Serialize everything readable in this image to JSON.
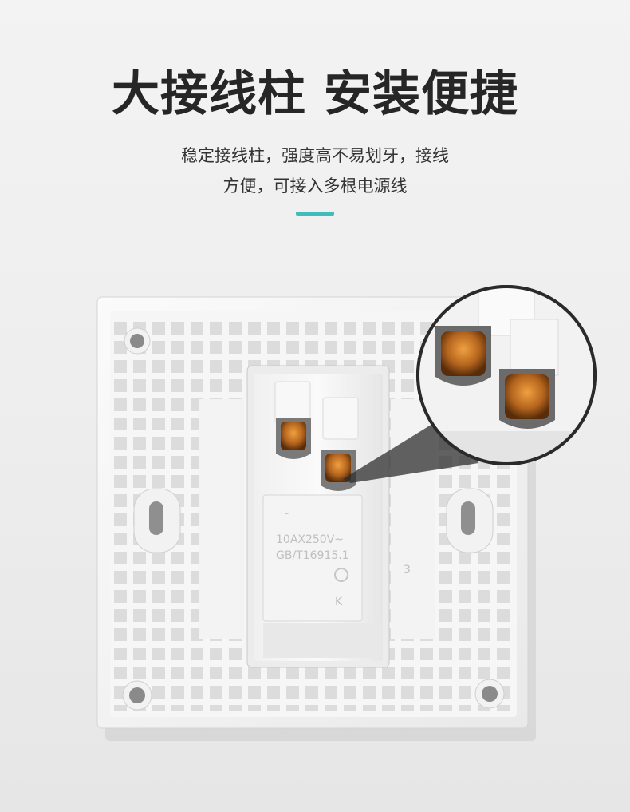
{
  "headline": "大接线柱 安装便捷",
  "subline_1": "稳定接线柱，强度高不易划牙，接线",
  "subline_2": "方便，可接入多根电源线",
  "colors": {
    "accent": "#3fbdbd",
    "terminal": "#b5651d",
    "plate": "#f7f7f7"
  },
  "module": {
    "rating": "10AX250V~",
    "standard": "GB/T16915.1",
    "mark": "L",
    "brand_mark": "K",
    "number": "3"
  },
  "icons": {
    "cert": "ccc-mark-icon"
  }
}
